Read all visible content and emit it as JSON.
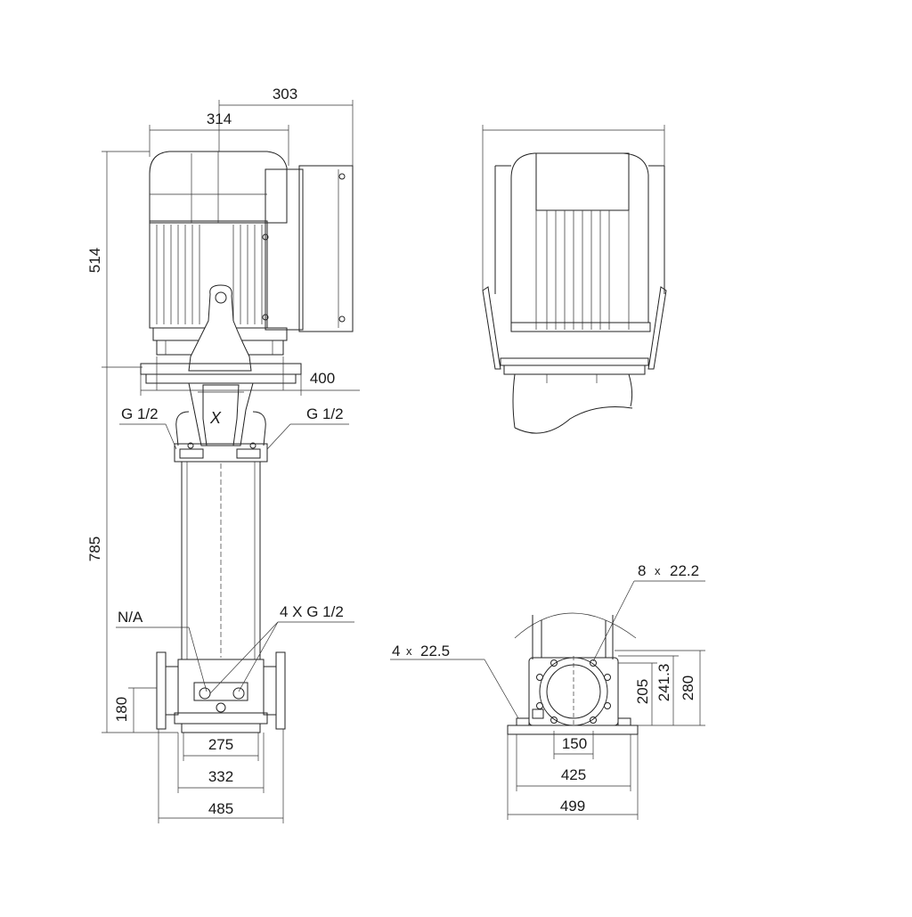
{
  "dimensions": {
    "top_width_303": "303",
    "top_width_314": "314",
    "motor_height_514": "514",
    "flange_width_400": "400",
    "pump_height_785": "785",
    "inlet_height_180": "180",
    "base_275": "275",
    "base_332": "332",
    "base_485": "485",
    "hole_4x_number": "4",
    "hole_4x_size": "22.5",
    "hole_8x_number": "8",
    "hole_8x_size": "22.2",
    "side_205": "205",
    "side_241_3": "241.3",
    "side_280": "280",
    "bottom_150": "150",
    "bottom_425": "425",
    "bottom_499": "499"
  },
  "callouts": {
    "g12_left": "G 1/2",
    "g12_right": "G 1/2",
    "na": "N/A",
    "g12_4x": "4 X G 1/2",
    "times": "x"
  },
  "colors": {
    "line": "#222222",
    "background": "#ffffff"
  }
}
